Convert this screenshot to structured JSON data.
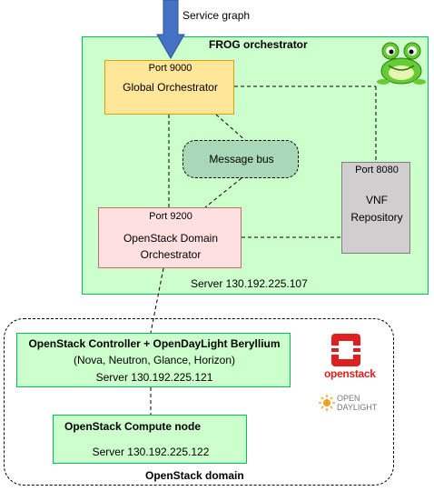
{
  "top_arrow": {
    "label": "Service graph"
  },
  "frog": {
    "title": "FROG orchestrator",
    "server_label": "Server 130.192.225.107",
    "global": {
      "port": "Port 9000",
      "name": "Global Orchestrator"
    },
    "bus": {
      "name": "Message bus"
    },
    "vnf": {
      "port": "Port 8080",
      "name_line1": "VNF",
      "name_line2": "Repository"
    },
    "osdo": {
      "port": "Port 9200",
      "name_line1": "OpenStack Domain",
      "name_line2": "Orchestrator"
    }
  },
  "openstack_domain": {
    "title": "OpenStack domain",
    "controller": {
      "name": "OpenStack Controller + OpenDayLight Beryllium",
      "services": "(Nova, Neutron, Glance, Horizon)",
      "server": "Server 130.192.225.121"
    },
    "compute": {
      "name": "OpenStack Compute node",
      "server": "Server 130.192.225.122"
    },
    "logos": {
      "openstack": "openstack",
      "odl_line1": "OPEN",
      "odl_line2": "DAYLIGHT"
    }
  },
  "colors": {
    "frog_bg": "#ccffcc",
    "frog_border": "#00c060",
    "global_bg": "#ffe699",
    "global_border": "#e0a000",
    "bus_bg": "#a9d8b8",
    "vnf_bg": "#d0cece",
    "osdo_bg": "#ffe0e0",
    "node_bg": "#ccffcc",
    "arrow_fill": "#4472c4",
    "openstack_red": "#e02020",
    "odl_orange": "#f0a020"
  }
}
